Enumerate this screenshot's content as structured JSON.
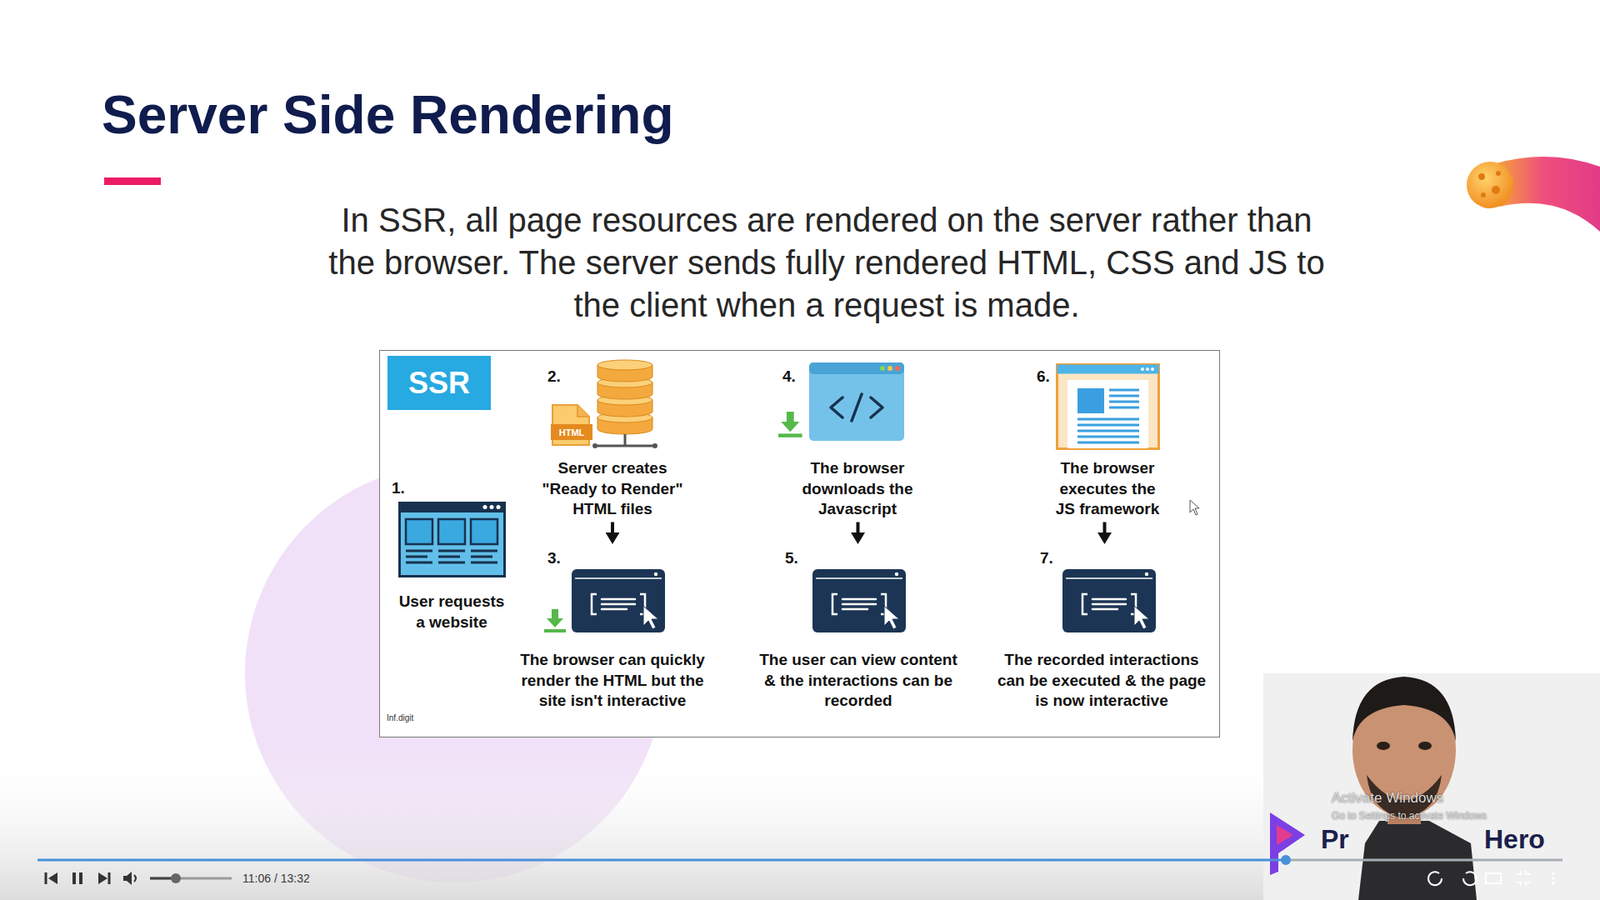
{
  "diagram": {
    "title": "Server Side Rendering",
    "nodes": [
      {
        "text": [
          "Inf.digit"
        ]
      },
      {
        "text": [
          "SSR"
        ],
        "in": 0
      },
      {
        "text": [
          "1.",
          "User requests a website"
        ],
        "in": 0
      },
      {
        "text": [
          "2.",
          "Server creates \"Ready to Render\" HTML files"
        ],
        "in": 0
      },
      {
        "text": [
          "3.",
          "The browser can quickly render the HTML but the site isn't interactive"
        ],
        "in": 0
      },
      {
        "text": [
          "4.",
          "The browser downloads the Javascript"
        ],
        "in": 0
      },
      {
        "text": [
          "5.",
          "The user can view content & the interactions can be recorded"
        ],
        "in": 0
      },
      {
        "text": [
          "6.",
          "The browser executes the JS framework"
        ],
        "in": 0
      },
      {
        "text": [
          "7.",
          "The recorded interactions can be executed & the page is now interactive"
        ],
        "in": 0
      }
    ],
    "edges": [
      {
        "from": 3,
        "to": 4,
        "arrow": "to"
      },
      {
        "from": 5,
        "to": 6,
        "arrow": "to"
      },
      {
        "from": 7,
        "to": 8,
        "arrow": "to"
      }
    ],
    "labels": [
      "In SSR, all page resources are rendered on the server rather than the browser. The server sends fully rendered HTML, CSS and JS to the client when a request is made.",
      "HTML",
      "11:06 / 13:32",
      "Activate Windows",
      "Go to Settings to activate Windows",
      "Pr",
      "Hero"
    ]
  }
}
